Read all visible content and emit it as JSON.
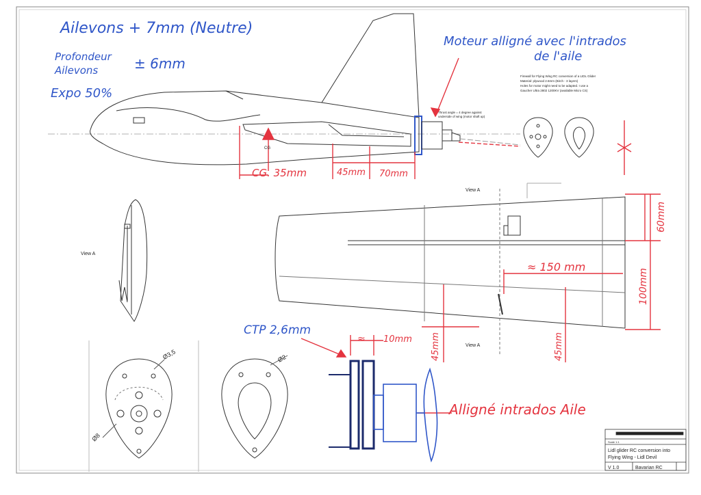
{
  "notes": {
    "ailerons": "Ailevons + 7mm (Neutre)",
    "prof_line1": "Profondeur",
    "prof_line2": "Ailevons",
    "prof_value": "± 6mm",
    "expo": "Expo 50%",
    "moteur_line1": "Moteur alligné avec l'intrados",
    "moteur_line2": "de l'aile",
    "cg": "CG. 35mm",
    "dim_45": "45mm",
    "dim_70": "70mm",
    "span_150": "≈ 150 mm",
    "dim_60": "60mm",
    "dim_100": "100mm",
    "dim_45_left": "45mm",
    "dim_45_right": "45mm",
    "ctp": "CTP 2,6mm",
    "approx": "≈",
    "dim_10": "10mm",
    "alligne": "Alligné intrados Aile"
  },
  "print": {
    "info_line1": "Firewall for Flying Wing RC conversion of a LIDL Glider",
    "info_line2": "Material: plywood 2.6mm (Birch - 3 layers)",
    "info_line3": "Holes for motor might need to be adapted. I use a",
    "info_line4": "Gaucher Ultra 2802 1200KV (available Micro CS)",
    "thrust_line1": "Thrust angle = 4 degree against",
    "thrust_line2": "underside of wing (motor shaft up)",
    "cg_label": "CG",
    "view_a_top": "View A",
    "view_a_left": "View A",
    "view_a_bottom": "View A",
    "dia_35": "Ø3,5",
    "dia_2": "Ø2",
    "dia_8": "Ø8",
    "tb_scale": "Scale 1:1",
    "tb_title1": "Lidl glider RC conversion into",
    "tb_title2": "Flying Wing - Lidl Devil",
    "tb_version": "V 1.0",
    "tb_author": "Bavarian RC"
  },
  "colors": {
    "ink_blue": "#2f56c8",
    "ink_red": "#e4343f",
    "line": "#333333"
  }
}
